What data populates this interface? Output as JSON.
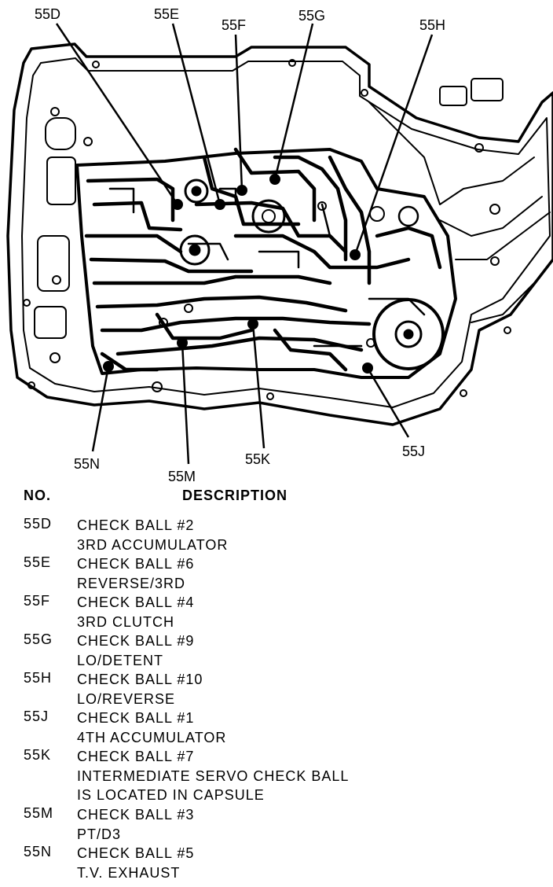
{
  "callouts": [
    "55D",
    "55E",
    "55F",
    "55G",
    "55H",
    "55J",
    "55K",
    "55M",
    "55N"
  ],
  "legend": {
    "header_no": "NO.",
    "header_description": "DESCRIPTION",
    "items": [
      {
        "no": "55D",
        "lines": [
          "CHECK BALL #2",
          "3RD ACCUMULATOR"
        ]
      },
      {
        "no": "55E",
        "lines": [
          "CHECK BALL #6",
          "REVERSE/3RD"
        ]
      },
      {
        "no": "55F",
        "lines": [
          "CHECK BALL #4",
          "3RD CLUTCH"
        ]
      },
      {
        "no": "55G",
        "lines": [
          "CHECK BALL #9",
          "LO/DETENT"
        ]
      },
      {
        "no": "55H",
        "lines": [
          "CHECK BALL #10",
          "LO/REVERSE"
        ]
      },
      {
        "no": "55J",
        "lines": [
          "CHECK BALL #1",
          "4TH ACCUMULATOR"
        ]
      },
      {
        "no": "55K",
        "lines": [
          "CHECK BALL #7",
          "INTERMEDIATE SERVO CHECK BALL",
          "IS LOCATED IN CAPSULE"
        ]
      },
      {
        "no": "55M",
        "lines": [
          "CHECK BALL #3",
          "PT/D3"
        ]
      },
      {
        "no": "55N",
        "lines": [
          "CHECK BALL #5",
          "T.V. EXHAUST"
        ]
      }
    ]
  }
}
